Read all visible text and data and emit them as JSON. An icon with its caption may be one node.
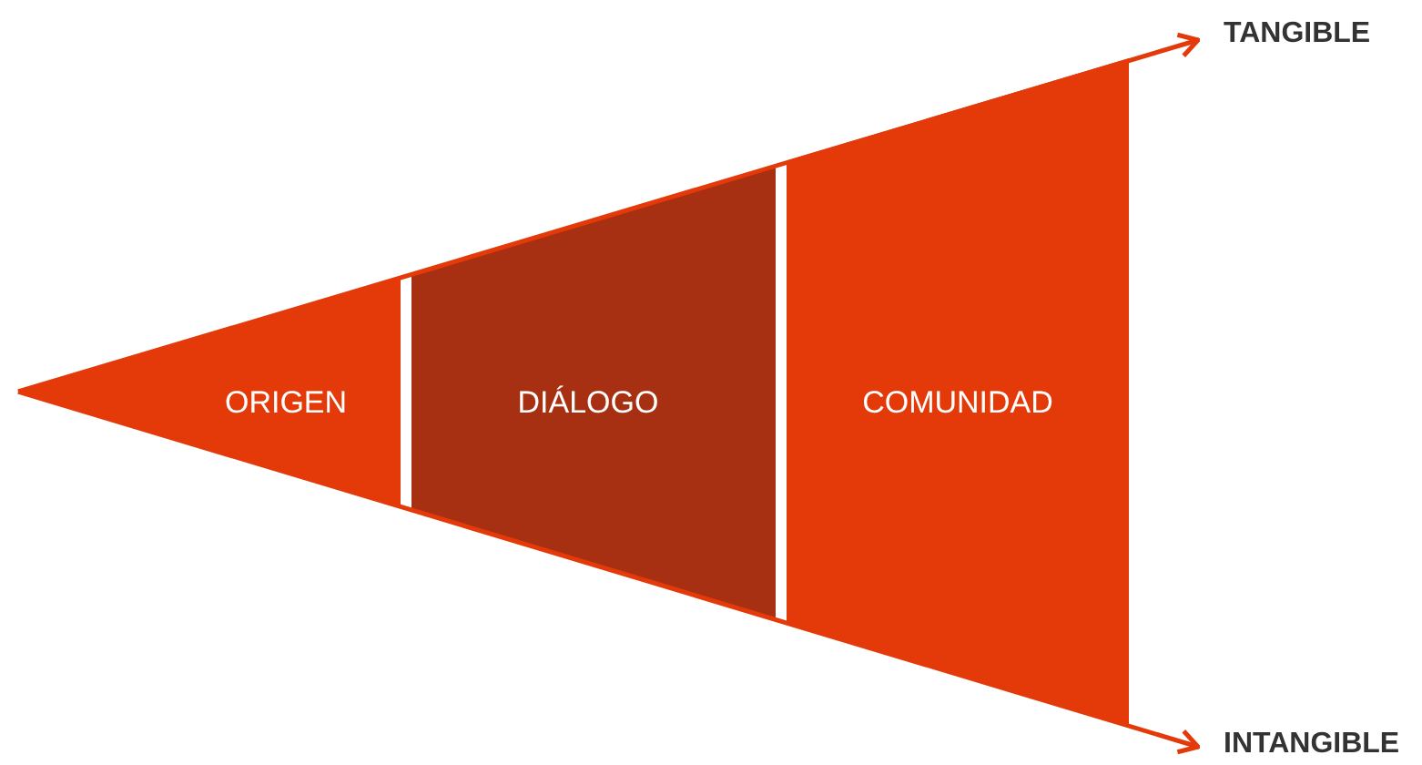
{
  "diagram": {
    "nodes": [
      {
        "text": [
          "ORIGEN"
        ]
      },
      {
        "text": [
          "DIÁLOGO"
        ]
      },
      {
        "text": [
          "COMUNIDAD"
        ]
      },
      {
        "text": [
          "TANGIBLE"
        ]
      },
      {
        "text": [
          "INTANGIBLE"
        ]
      }
    ],
    "edges": [
      {
        "from": 0,
        "to": 3,
        "arrow": "to"
      },
      {
        "from": 0,
        "to": 4,
        "arrow": "to"
      }
    ]
  }
}
